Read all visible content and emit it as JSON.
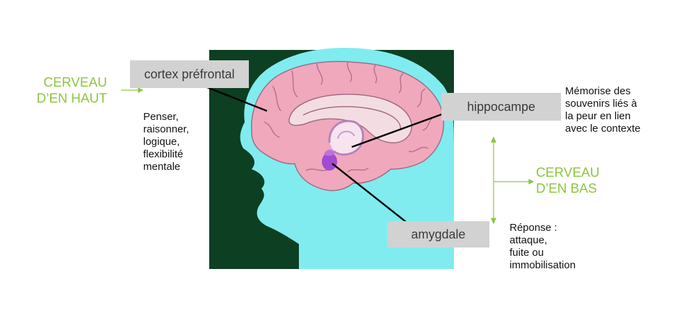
{
  "top_brain": {
    "title_lines": [
      "CERVEAU",
      "D’EN HAUT"
    ],
    "description_lines": [
      "Penser,",
      "raisonner,",
      "logique,",
      "flexibilité",
      "mentale"
    ]
  },
  "bottom_brain": {
    "title_lines": [
      "CERVEAU",
      "D’EN BAS"
    ],
    "description_lines": [
      "Réponse :",
      "attaque,",
      "fuite ou",
      "immobilisation"
    ]
  },
  "labels": {
    "prefrontal_cortex": "cortex préfrontal",
    "hippocampus": "hippocampe",
    "amygdala": "amygdale"
  },
  "hippocampus_description_lines": [
    "Mémorise des",
    "souvenirs liés à",
    "la peur en lien",
    "avec le contexte"
  ],
  "colors": {
    "accent_green": "#8cc63f",
    "background_panel": "#0d3f22",
    "head": "#80ecf0",
    "brain": "#f0a8bc",
    "amygdala": "#a24ad4",
    "label_box": "#d2d2d2"
  }
}
